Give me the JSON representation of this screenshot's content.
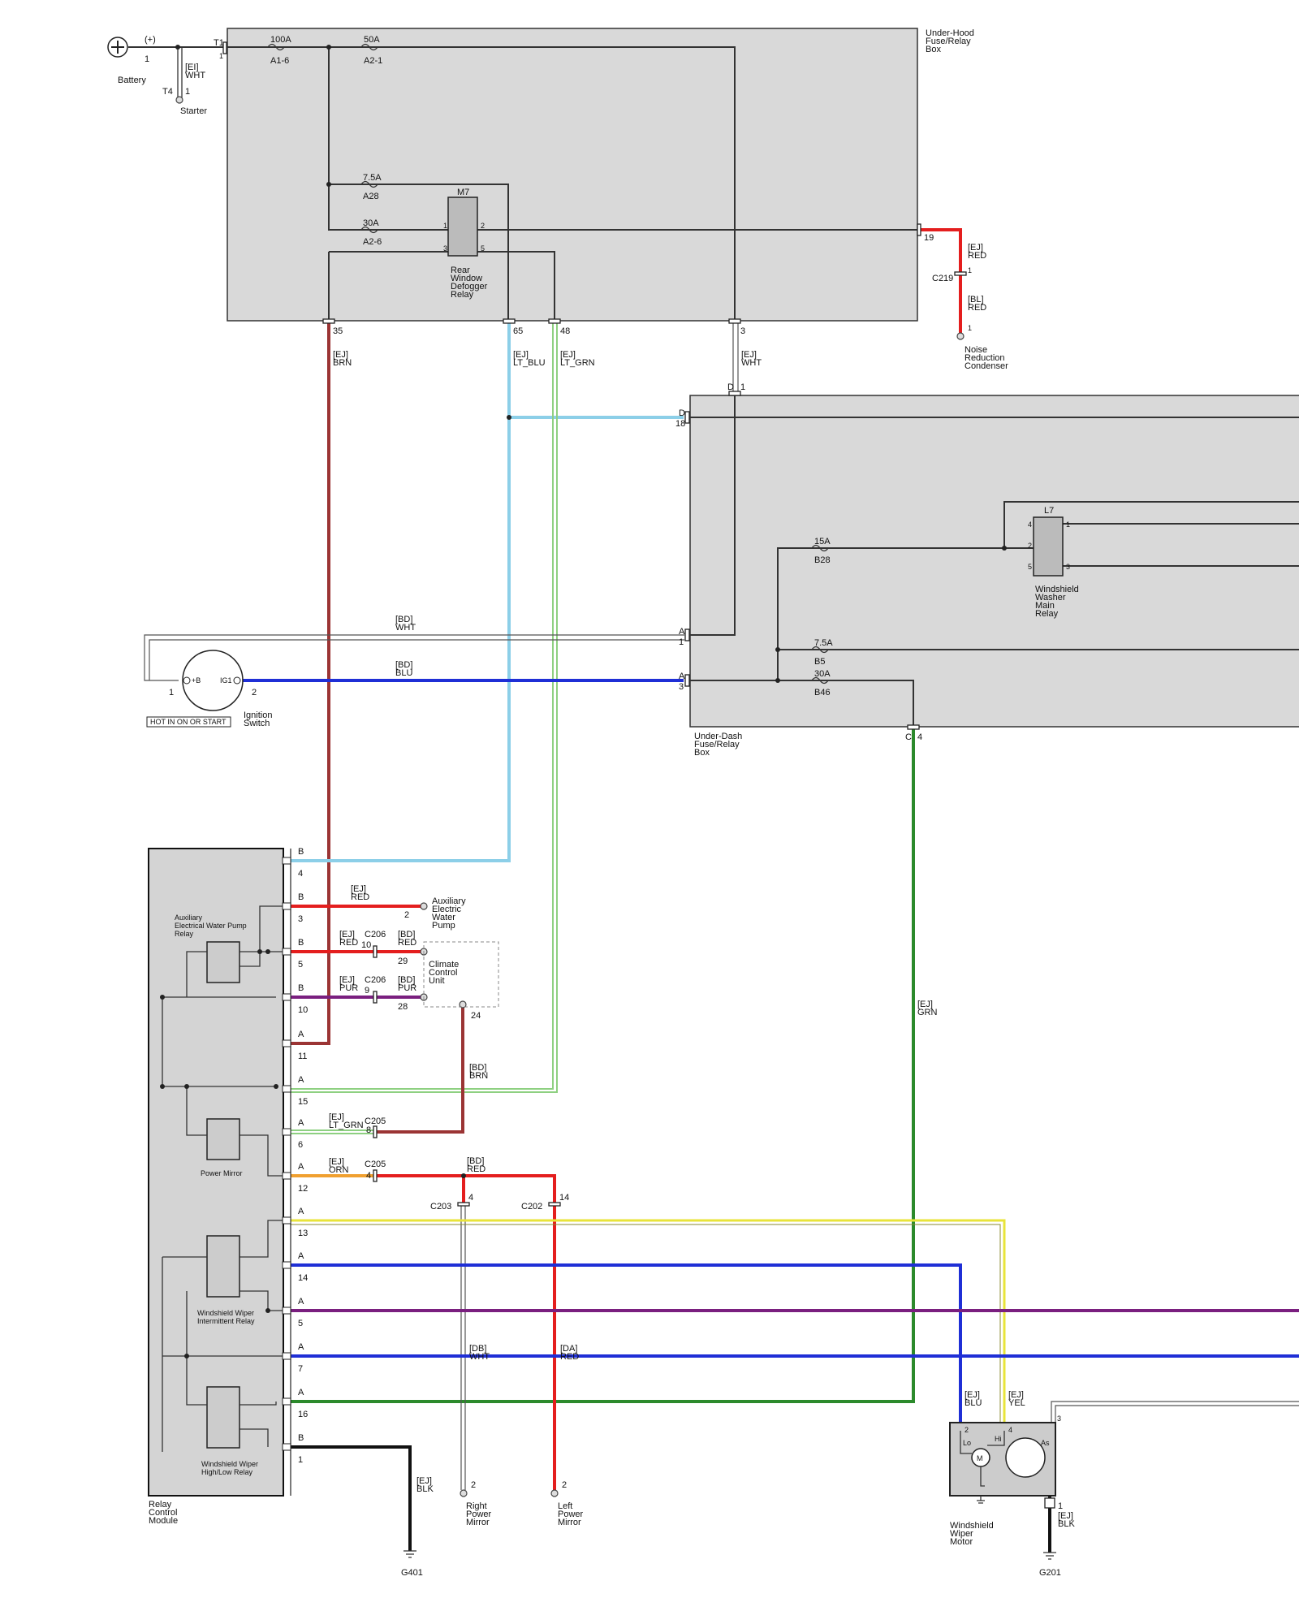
{
  "colors": {
    "RED": "#e41e1e",
    "BRN": "#9b3434",
    "LT_BLU": "#8ccfe8",
    "LT_GRN": "#8ed081",
    "GRN": "#2c8a2c",
    "BLU": "#1f2fd6",
    "PUR": "#7a1f7f",
    "ORN": "#f0a030",
    "YEL": "#e8e43a",
    "BLK": "#111111",
    "WHT": "#ffffff"
  },
  "battery": {
    "label": "Battery",
    "pin": "1",
    "polarity": "(+)"
  },
  "starter": {
    "label": "Starter",
    "terminal": "T4",
    "pin": "1",
    "wire": "[EI]\nWHT"
  },
  "underhood": {
    "title": "Under-Hood\nFuse/Relay\nBox",
    "terminal": "T1",
    "terminal_pin": "1",
    "fuses": [
      {
        "rating": "100A",
        "id": "A1-6"
      },
      {
        "rating": "50A",
        "id": "A2-1"
      },
      {
        "rating": "7.5A",
        "id": "A28"
      },
      {
        "rating": "30A",
        "id": "A2-6"
      }
    ],
    "relay": {
      "id": "M7",
      "name": "Rear\nWindow\nDefogger\nRelay",
      "pins": [
        "1",
        "2",
        "3",
        "5"
      ]
    },
    "out_pins": [
      "35",
      "65",
      "48",
      "3",
      "19"
    ]
  },
  "noise": {
    "label": "Noise\nReduction\nCondenser",
    "wire1": "[EJ]\nRED",
    "connector": "C219",
    "conn_pin": "1",
    "wire2": "[BL]\nRED",
    "pin": "1"
  },
  "underdash": {
    "title": "Under-Dash\nFuse/Relay\nBox",
    "fuses": [
      {
        "rating": "15A",
        "id": "B28"
      },
      {
        "rating": "7.5A",
        "id": "B5"
      },
      {
        "rating": "30A",
        "id": "B46"
      }
    ],
    "relay": {
      "id": "L7",
      "name": "Windshield\nWasher\nMain\nRelay",
      "pins": [
        "4",
        "1",
        "2",
        "5",
        "3"
      ]
    },
    "connectors": [
      {
        "conn": "D",
        "pin": "18"
      },
      {
        "conn": "D",
        "pin": "1"
      },
      {
        "conn": "A",
        "pin": "1"
      },
      {
        "conn": "A",
        "pin": "3"
      },
      {
        "conn": "C",
        "pin": "4"
      }
    ]
  },
  "ignition": {
    "label": "Ignition\nSwitch",
    "note": "HOT IN ON OR START",
    "pin_b": "+B",
    "pin_ig": "IG1",
    "pin_left": "1",
    "pin_right": "2"
  },
  "wires_top": {
    "brn35": "[EJ]\nBRN",
    "ltblu65": "[EJ]\nLT_BLU",
    "ltgrn48": "[EJ]\nLT_GRN",
    "wht3": "[EJ]\nWHT",
    "bd_wht": "[BD]\nWHT",
    "bd_blu": "[BD]\nBLU",
    "ej_grn": "[EJ]\nGRN"
  },
  "rcm": {
    "label": "Relay\nControl\nModule",
    "relays": [
      "Auxiliary\nElectrical Water Pump\nRelay",
      "Power Mirror",
      "Windshield Wiper\nIntermittent Relay",
      "Windshield Wiper\nHigh/Low Relay"
    ],
    "pins": [
      {
        "conn": "B",
        "num": "4"
      },
      {
        "conn": "B",
        "num": "3"
      },
      {
        "conn": "B",
        "num": "5"
      },
      {
        "conn": "B",
        "num": "10"
      },
      {
        "conn": "A",
        "num": "11"
      },
      {
        "conn": "A",
        "num": "15"
      },
      {
        "conn": "A",
        "num": "6"
      },
      {
        "conn": "A",
        "num": "12"
      },
      {
        "conn": "A",
        "num": "13"
      },
      {
        "conn": "A",
        "num": "14"
      },
      {
        "conn": "A",
        "num": "5"
      },
      {
        "conn": "A",
        "num": "7"
      },
      {
        "conn": "A",
        "num": "16"
      },
      {
        "conn": "B",
        "num": "1"
      }
    ]
  },
  "aux_pump": {
    "label": "Auxiliary\nElectric\nWater\nPump",
    "wire": "[EJ]\nRED",
    "pin": "2"
  },
  "climate": {
    "label": "Climate\nControl\nUnit",
    "red_left": "[EJ]\nRED",
    "red_conn": "C206",
    "red_conn_pin": "10",
    "red_right": "[BD]\nRED",
    "red_pin": "29",
    "pur_left": "[EJ]\nPUR",
    "pur_conn": "C206",
    "pur_conn_pin": "9",
    "pur_right": "[BD]\nPUR",
    "pur_pin": "28",
    "brn_pin": "24",
    "brn_wire": "[BD]\nBRN"
  },
  "c205": {
    "ltgrn_wire": "[EJ]\nLT_GRN",
    "ltgrn_conn": "C205",
    "ltgrn_pin": "8",
    "orn_wire": "[EJ]\nORN",
    "orn_conn": "C205",
    "orn_pin": "4",
    "bd_red": "[BD]\nRED"
  },
  "mirrors": {
    "right": "Right\nPower\nMirror",
    "left": "Left\nPower\nMirror",
    "c203": "C203",
    "c203_pin": "4",
    "c202": "C202",
    "c202_pin": "14",
    "db_wht": "[DB]\nWHT",
    "da_red": "[DA]\nRED",
    "right_pin": "2",
    "left_pin": "2"
  },
  "ground": {
    "g401": "G401",
    "g201": "G201",
    "blk_wire": "[EJ]\nBLK",
    "blk_wire2": "[EJ]\nBLK",
    "g201_pin": "1"
  },
  "wiper_motor": {
    "label": "Windshield\nWiper\nMotor",
    "blu": "[EJ]\nBLU",
    "yel": "[EJ]\nYEL",
    "pins": [
      "2",
      "4",
      "3"
    ],
    "lo": "Lo",
    "hi": "Hi",
    "as": "As",
    "m": "M"
  }
}
